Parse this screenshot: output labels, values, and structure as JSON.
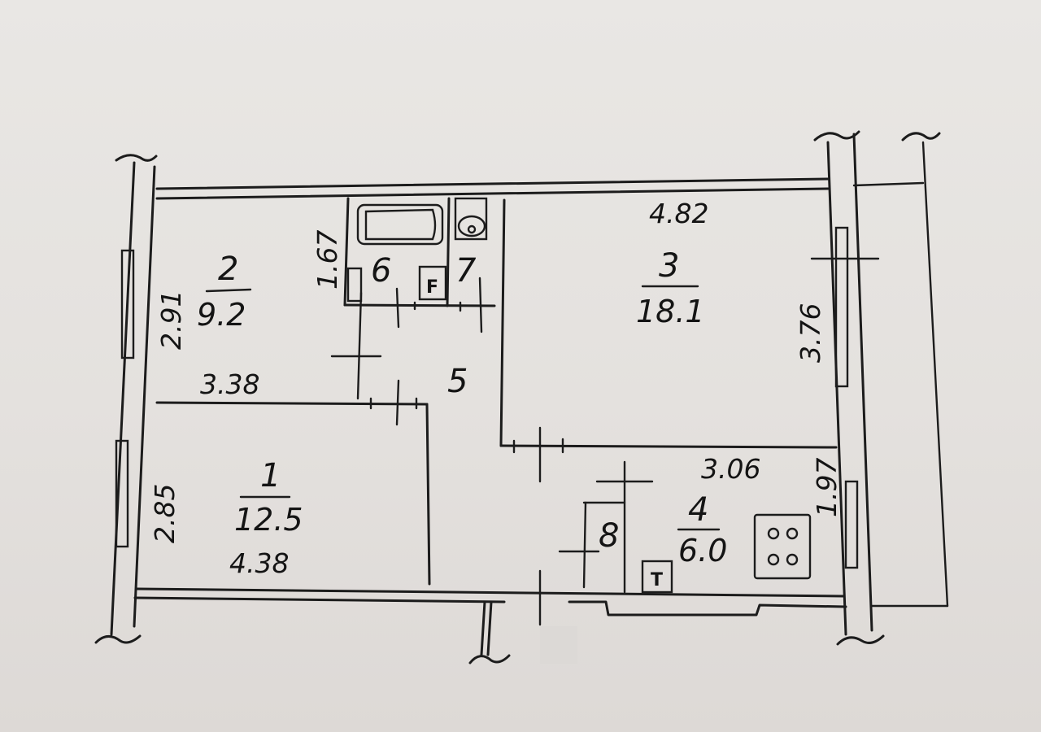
{
  "rooms": [
    {
      "number": "1",
      "area": "12.5"
    },
    {
      "number": "2",
      "area": "9.2"
    },
    {
      "number": "3",
      "area": "18.1"
    },
    {
      "number": "4",
      "area": "6.0"
    },
    {
      "number": "5"
    },
    {
      "number": "6"
    },
    {
      "number": "7"
    },
    {
      "number": "8"
    }
  ],
  "dimensions": {
    "room1_width": "4.38",
    "room1_height": "2.85",
    "room2_width": "3.38",
    "room2_height": "2.91",
    "bath_height": "1.67",
    "room3_width": "4.82",
    "room3_height": "3.76",
    "kitchen_width": "3.06",
    "kitchen_height": "1.97"
  },
  "fixtures": {
    "heater_symbol": "F",
    "tap_symbol": "T"
  },
  "icons": [
    "bathtub-icon",
    "toilet-icon",
    "stove-icon"
  ]
}
